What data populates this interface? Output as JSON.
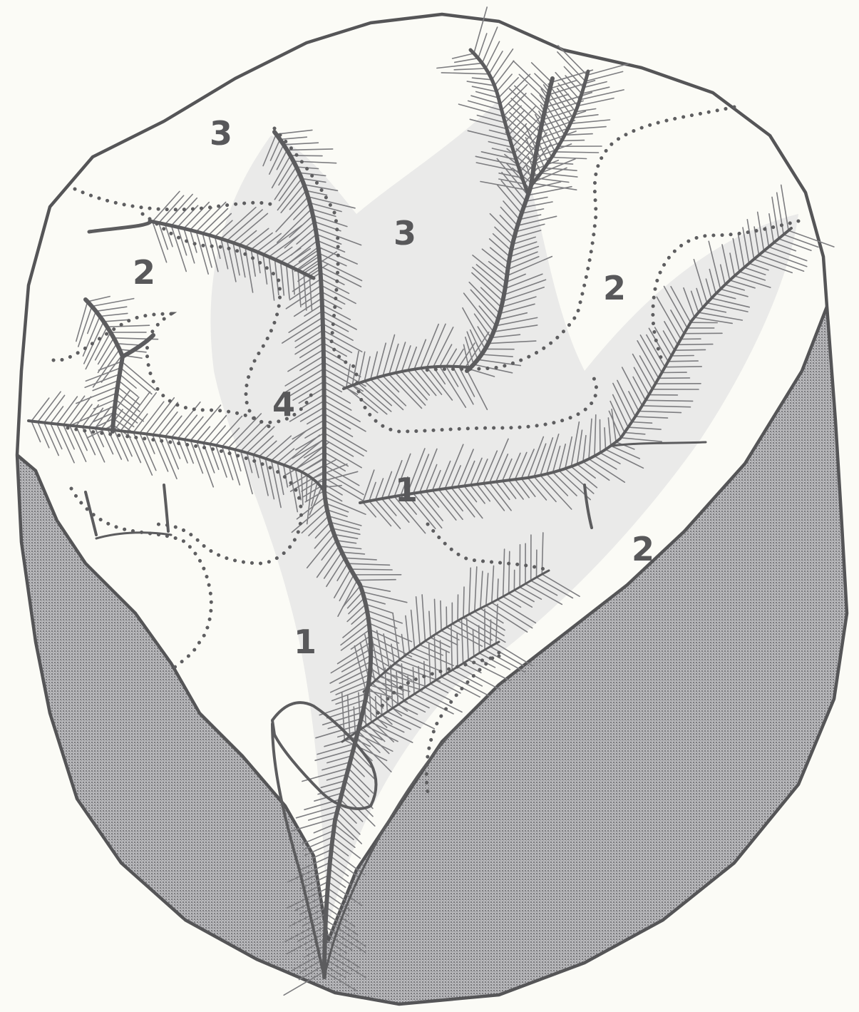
{
  "figure": {
    "labels": [
      {
        "id": "label-3-top-left",
        "text": "3"
      },
      {
        "id": "label-3-center",
        "text": "3"
      },
      {
        "id": "label-2-left",
        "text": "2"
      },
      {
        "id": "label-2-right",
        "text": "2"
      },
      {
        "id": "label-2-lower-right",
        "text": "2"
      },
      {
        "id": "label-4",
        "text": "4"
      },
      {
        "id": "label-1-center",
        "text": "1"
      },
      {
        "id": "label-1-lower",
        "text": "1"
      }
    ],
    "colors": {
      "background": "#fbfbf6",
      "ink": "#555557",
      "shading": "#9d9da0"
    }
  }
}
